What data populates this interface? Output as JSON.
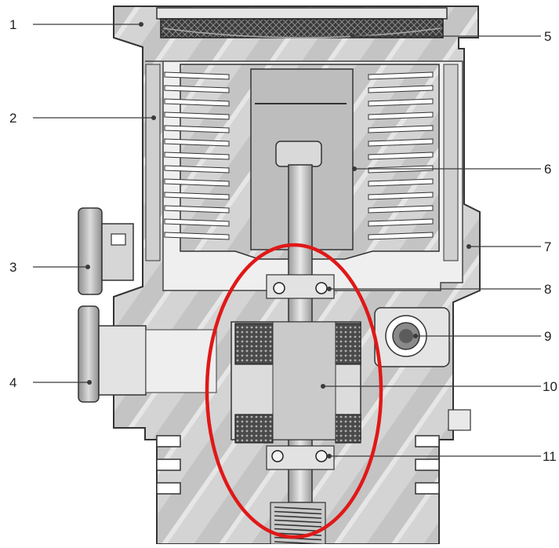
{
  "diagram": {
    "callouts": [
      {
        "id": "1",
        "label": "1"
      },
      {
        "id": "2",
        "label": "2"
      },
      {
        "id": "3",
        "label": "3"
      },
      {
        "id": "4",
        "label": "4"
      },
      {
        "id": "5",
        "label": "5"
      },
      {
        "id": "6",
        "label": "6"
      },
      {
        "id": "7",
        "label": "7"
      },
      {
        "id": "8",
        "label": "8"
      },
      {
        "id": "9",
        "label": "9"
      },
      {
        "id": "10",
        "label": "10"
      },
      {
        "id": "11",
        "label": "11"
      }
    ],
    "highlight": {
      "shape": "ellipse",
      "color": "#e01818"
    },
    "colors": {
      "housing": "#d3d3d3",
      "housing_dark": "#a9a9a9",
      "rotor": "#c8c8c8",
      "blade": "#5a5a5a",
      "mesh": "#2e2e2e",
      "motor": "#4a4a4a"
    }
  }
}
